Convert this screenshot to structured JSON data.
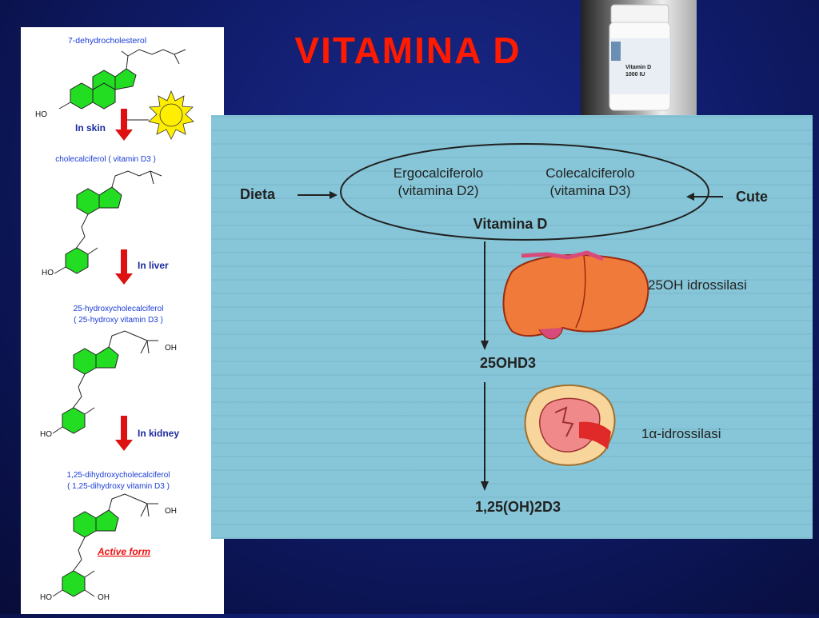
{
  "slide": {
    "title": "VITAMINA D"
  },
  "bottle": {
    "label_line1": "Vitamin D",
    "label_line2": "1000 IU"
  },
  "pathway": {
    "molecules": {
      "m1": "7-dehydrocholesterol",
      "m2": "cholecalciferol ( vitamin D3 )",
      "m3_line1": "25-hydroxycholecalciferol",
      "m3_line2": "( 25-hydroxy vitamin D3 )",
      "m4_line1": "1,25-dihydroxycholecalciferol",
      "m4_line2": "( 1,25-dihydroxy vitamin D3 )"
    },
    "steps": {
      "skin": "In skin",
      "liver": "In liver",
      "kidney": "In kidney"
    },
    "active_form": "Active form",
    "groups": {
      "ho": "HO",
      "oh": "OH"
    }
  },
  "diagram": {
    "dieta": "Dieta",
    "cute": "Cute",
    "ergo_line1": "Ergocalciferolo",
    "ergo_line2": "(vitamina D2)",
    "cole_line1": "Colecalciferolo",
    "cole_line2": "(vitamina D3)",
    "vitamina_d": "Vitamina D",
    "ohd3": "25OHD3",
    "hydroxylase_25": "25OH idrossilasi",
    "hydroxylase_1a": "1α-idrossilasi",
    "final": "1,25(OH)2D3"
  },
  "colors": {
    "title": "#ff1a00",
    "ring_green": "#22dd22",
    "arrow_red": "#dd1111",
    "panel_blue": "#86c6d8"
  }
}
